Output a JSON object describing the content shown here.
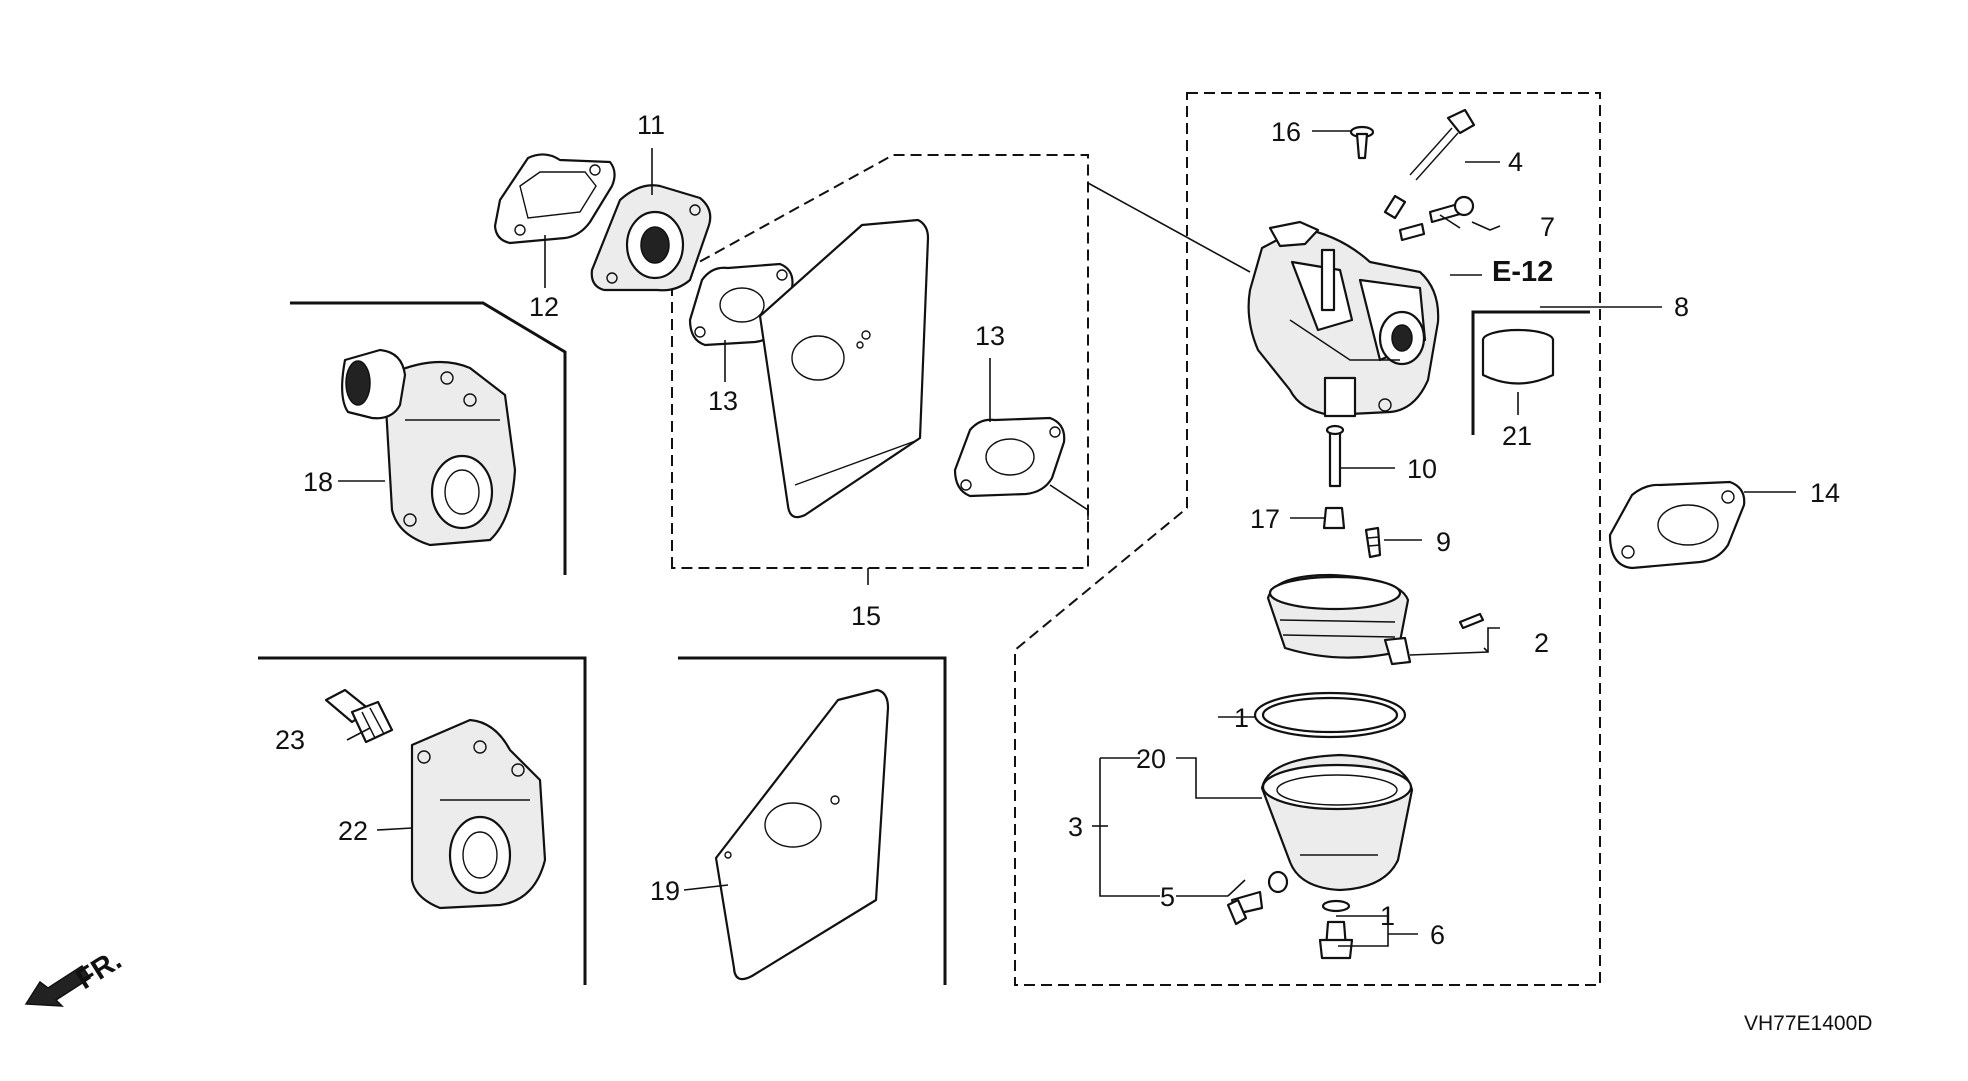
{
  "diagram": {
    "callouts": {
      "c1": "1",
      "c1b": "1",
      "c2": "2",
      "c3": "3",
      "c4": "4",
      "c5": "5",
      "c6": "6",
      "c7": "7",
      "c8": "8",
      "c9": "9",
      "c10": "10",
      "c11": "11",
      "c12": "12",
      "c13a": "13",
      "c13b": "13",
      "c14": "14",
      "c15": "15",
      "c16": "16",
      "c17": "17",
      "c18": "18",
      "c19": "19",
      "c20": "20",
      "c21": "21",
      "c22": "22",
      "c23": "23"
    },
    "section_ref": "E-12",
    "direction_label": "FR.",
    "diagram_code": "VH77E1400D"
  },
  "colors": {
    "ink": "#111111",
    "background": "#ffffff"
  }
}
